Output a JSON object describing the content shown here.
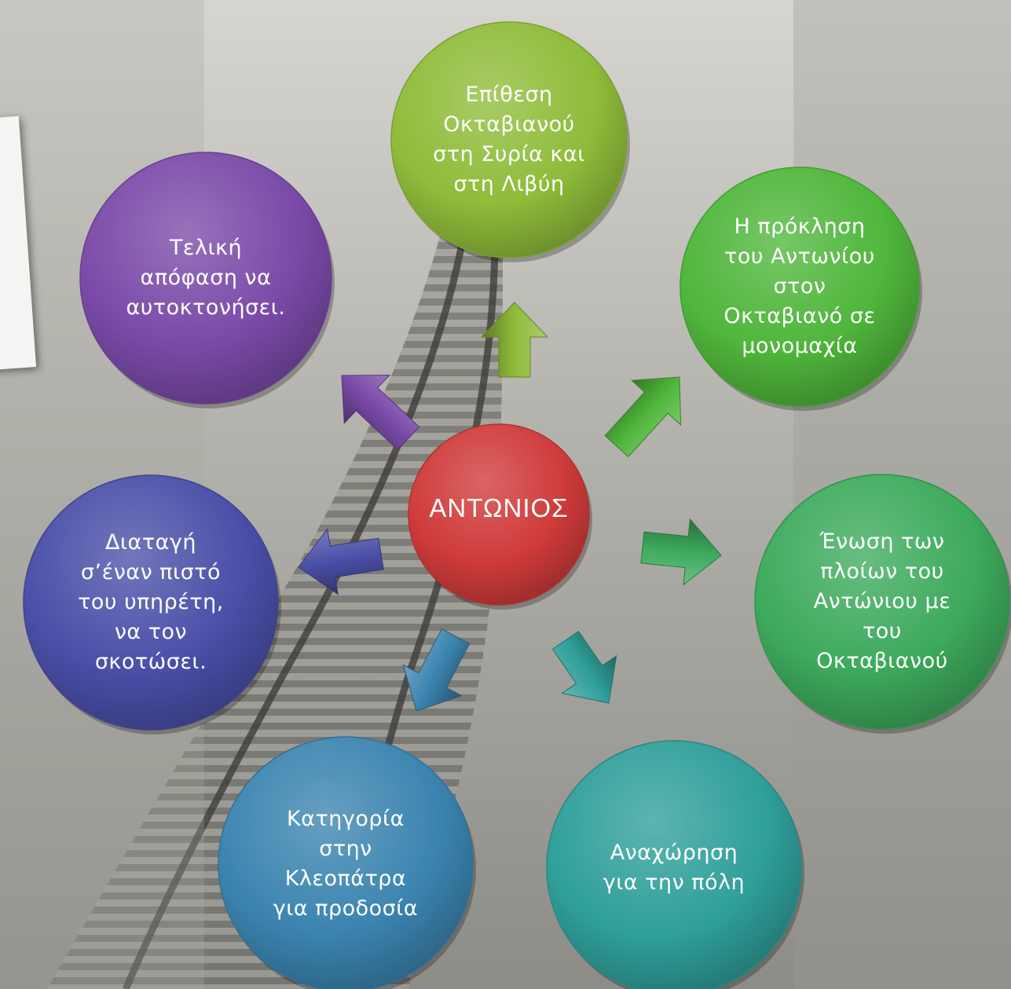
{
  "center": {
    "label": "ΑΝΤΩΝΙΟΣ",
    "color": "#cf3a3a"
  },
  "nodes": [
    {
      "id": "top",
      "label": "Επίθεση\nΟκταβιανού\nστη Συρία και\nστη Λιβύη",
      "color": "#8fbc3a"
    },
    {
      "id": "top-right",
      "label": "Η πρόκληση\nτου Αντωνίου\nστον\nΟκταβιανό σε\nμονομαχία",
      "color": "#4fb63b"
    },
    {
      "id": "right",
      "label": "Ένωση των\nπλοίων του\nΑντώνιου με\nτου\nΟκταβιανού",
      "color": "#3daa5c"
    },
    {
      "id": "bottom-right",
      "label": "Αναχώρηση\nγια την πόλη",
      "color": "#2f9f9a"
    },
    {
      "id": "bottom-left",
      "label": "Κατηγορία\nστην\nΚλεοπάτρα\nγια προδοσία",
      "color": "#3b84b0"
    },
    {
      "id": "left",
      "label": "Διαταγή\nσ’έναν πιστό\nτου υπηρέτη,\nνα τον\nσκοτώσει.",
      "color": "#4a4fa8"
    },
    {
      "id": "top-left",
      "label": "Τελική\nαπόφαση να\nαυτοκτονήσει.",
      "color": "#7a4aa8"
    }
  ]
}
